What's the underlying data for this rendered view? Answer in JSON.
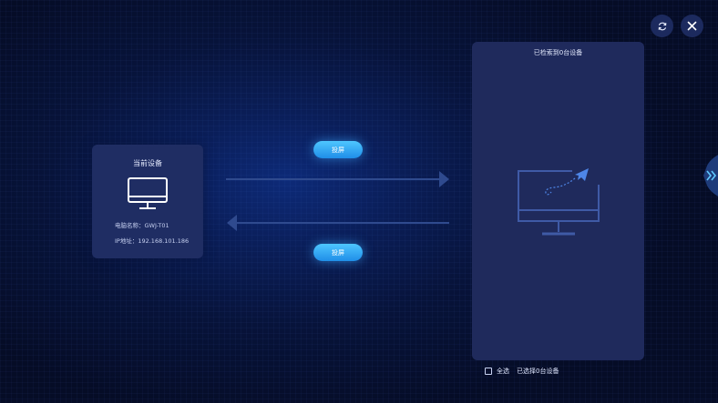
{
  "toolbar": {
    "refresh_icon": "refresh-icon",
    "close_icon": "close-icon"
  },
  "current_device": {
    "title": "当前设备",
    "name_line": "电脑名称：GWJ-T01",
    "ip_line": "IP地址：192.168.101.186",
    "icon": "monitor-icon"
  },
  "actions": {
    "cast_top_label": "投屏",
    "cast_bottom_label": "投屏"
  },
  "search_panel": {
    "title": "已检索到0台设备",
    "empty_icon": "paper-plane-monitor-icon"
  },
  "footer": {
    "select_all_label": "全选",
    "selected_count_label": "已选择0台设备"
  },
  "colors": {
    "accent": "#2ea6f5",
    "panel": "#1f2a5c",
    "background": "#07133a"
  }
}
